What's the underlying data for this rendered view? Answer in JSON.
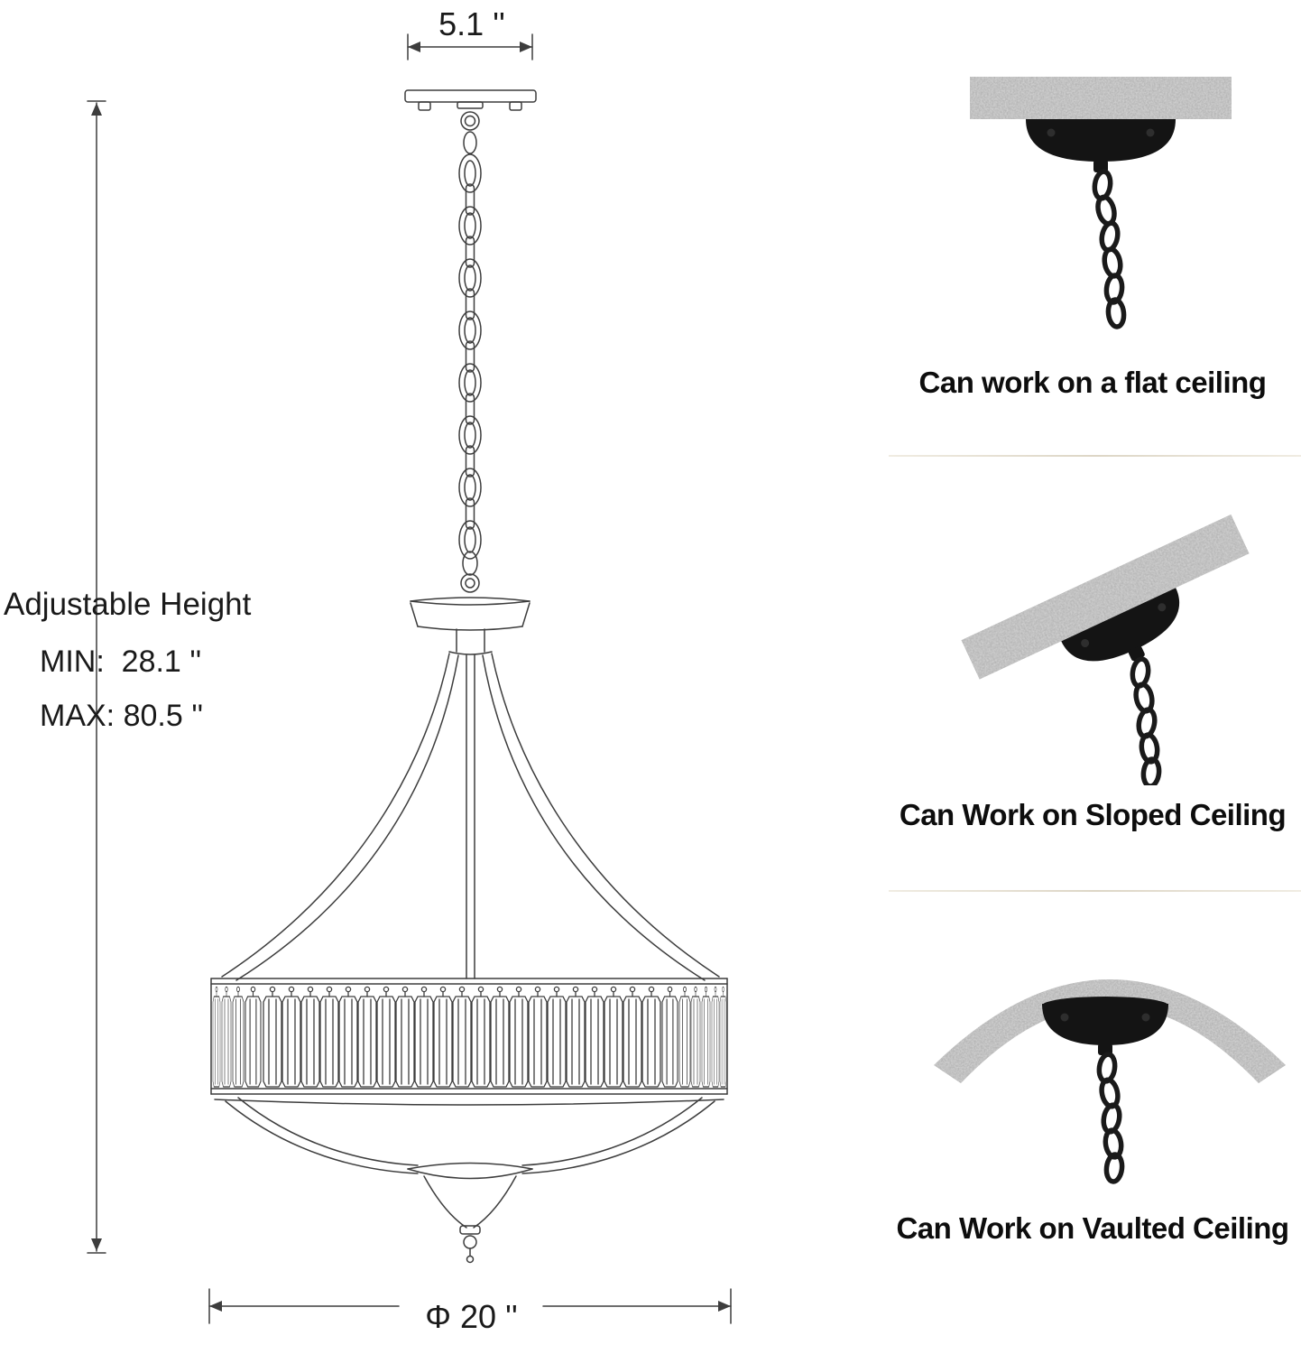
{
  "product_diagram": {
    "canopy_width": "5.1 ''",
    "adjustable_height": {
      "label": "Adjustable Height",
      "min": "MIN:  28.1 ''",
      "max": "MAX: 80.5 ''"
    },
    "diameter": "Φ 20 ''"
  },
  "mounting_options": [
    {
      "caption": "Can work on a flat ceiling"
    },
    {
      "caption": "Can Work on Sloped Ceiling"
    },
    {
      "caption": "Can Work on Vaulted Ceiling"
    }
  ],
  "colors": {
    "line_art": "#3d3d3d",
    "canopy_black": "#141414",
    "ceiling_gray": "#c9c9c9",
    "text": "#111111",
    "background": "#ffffff"
  }
}
